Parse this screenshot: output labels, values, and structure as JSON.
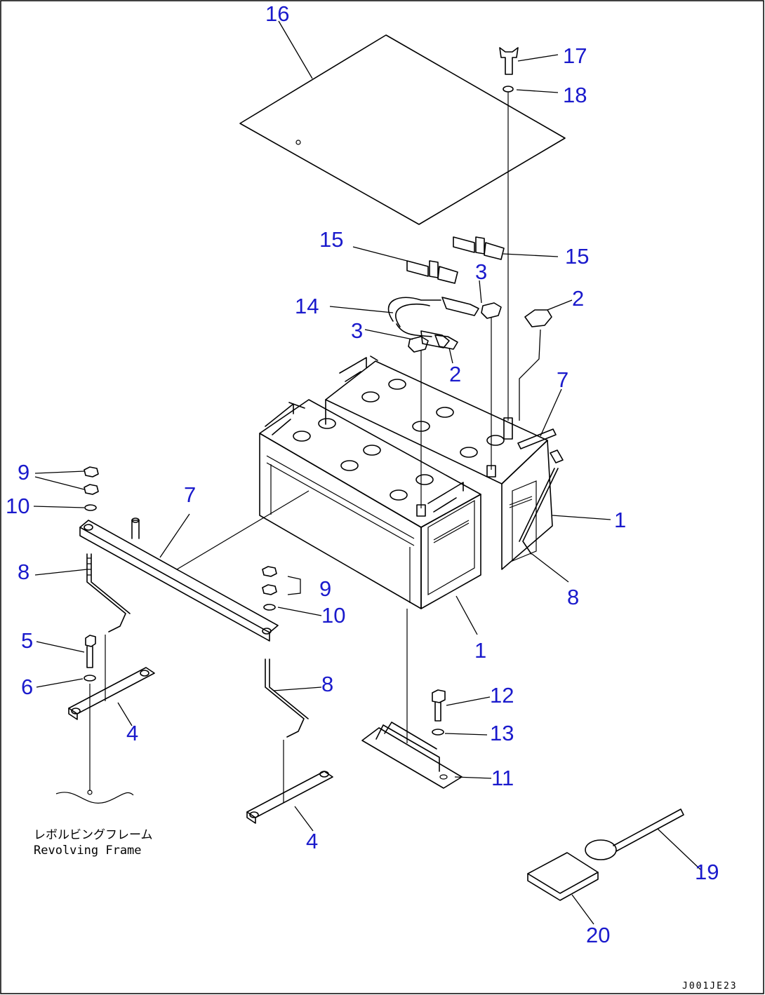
{
  "callouts": {
    "c16": "16",
    "c17": "17",
    "c18": "18",
    "c15a": "15",
    "c15b": "15",
    "c3a": "3",
    "c3b": "3",
    "c2a": "2",
    "c2b": "2",
    "c14": "14",
    "c7a": "7",
    "c7b": "7",
    "c9a": "9",
    "c9b": "9",
    "c10a": "10",
    "c10b": "10",
    "c1a": "1",
    "c1b": "1",
    "c8a": "8",
    "c8b": "8",
    "c8c": "8",
    "c5": "5",
    "c6": "6",
    "c4a": "4",
    "c4b": "4",
    "c12": "12",
    "c13": "13",
    "c11": "11",
    "c19": "19",
    "c20": "20"
  },
  "note": {
    "line1": "レボルビングフレーム",
    "line2": "Revolving Frame"
  },
  "drawing_number": "J001JE23",
  "colors": {
    "callout": "#1a1acc",
    "line": "#000000",
    "background": "#ffffff"
  }
}
